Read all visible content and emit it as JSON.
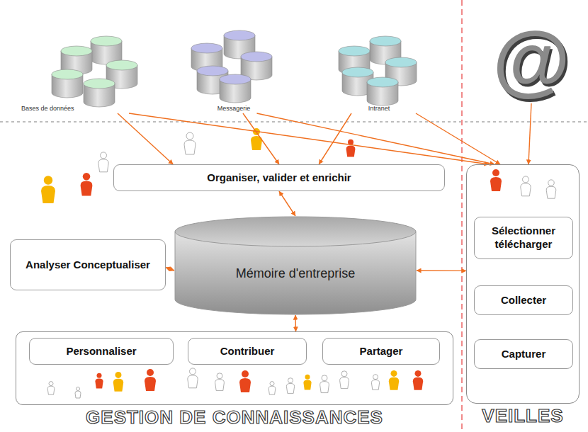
{
  "diagram": {
    "nodes": [
      {
        "text": [
          "Bases de données"
        ]
      },
      {
        "text": [
          "Messagerie"
        ]
      },
      {
        "text": [
          "Intranet"
        ]
      },
      {
        "text": [
          "@"
        ]
      },
      {
        "text": [
          "Organiser, valider et enrichir"
        ]
      },
      {
        "text": [
          "VEILLES"
        ]
      },
      {
        "text": [
          "Sélectionner télécharger"
        ],
        "in": 5
      },
      {
        "text": [
          "Collecter"
        ],
        "in": 5
      },
      {
        "text": [
          "Capturer"
        ],
        "in": 5
      },
      {
        "text": [
          "Analyser Conceptualiser"
        ]
      },
      {
        "text": [
          "Mémoire d'entreprise"
        ]
      },
      {
        "text": [
          "GESTION DE CONNAISSANCES"
        ]
      },
      {
        "text": [
          "Personnaliser"
        ],
        "in": 11
      },
      {
        "text": [
          "Contribuer"
        ],
        "in": 11
      },
      {
        "text": [
          "Partager"
        ],
        "in": 11
      }
    ],
    "edges": [
      {
        "from": 0,
        "to": 4,
        "arrow": "to"
      },
      {
        "from": 0,
        "to": 5,
        "arrow": "to"
      },
      {
        "from": 1,
        "to": 4,
        "arrow": "to"
      },
      {
        "from": 1,
        "to": 5,
        "arrow": "to"
      },
      {
        "from": 2,
        "to": 4,
        "arrow": "to"
      },
      {
        "from": 2,
        "to": 5,
        "arrow": "to"
      },
      {
        "from": 3,
        "to": 5,
        "arrow": "to"
      },
      {
        "from": 4,
        "to": 10,
        "arrow": "both"
      },
      {
        "from": 9,
        "to": 10,
        "arrow": "both"
      },
      {
        "from": 10,
        "to": 5,
        "arrow": "both"
      },
      {
        "from": 10,
        "to": 11,
        "arrow": "both"
      }
    ]
  }
}
